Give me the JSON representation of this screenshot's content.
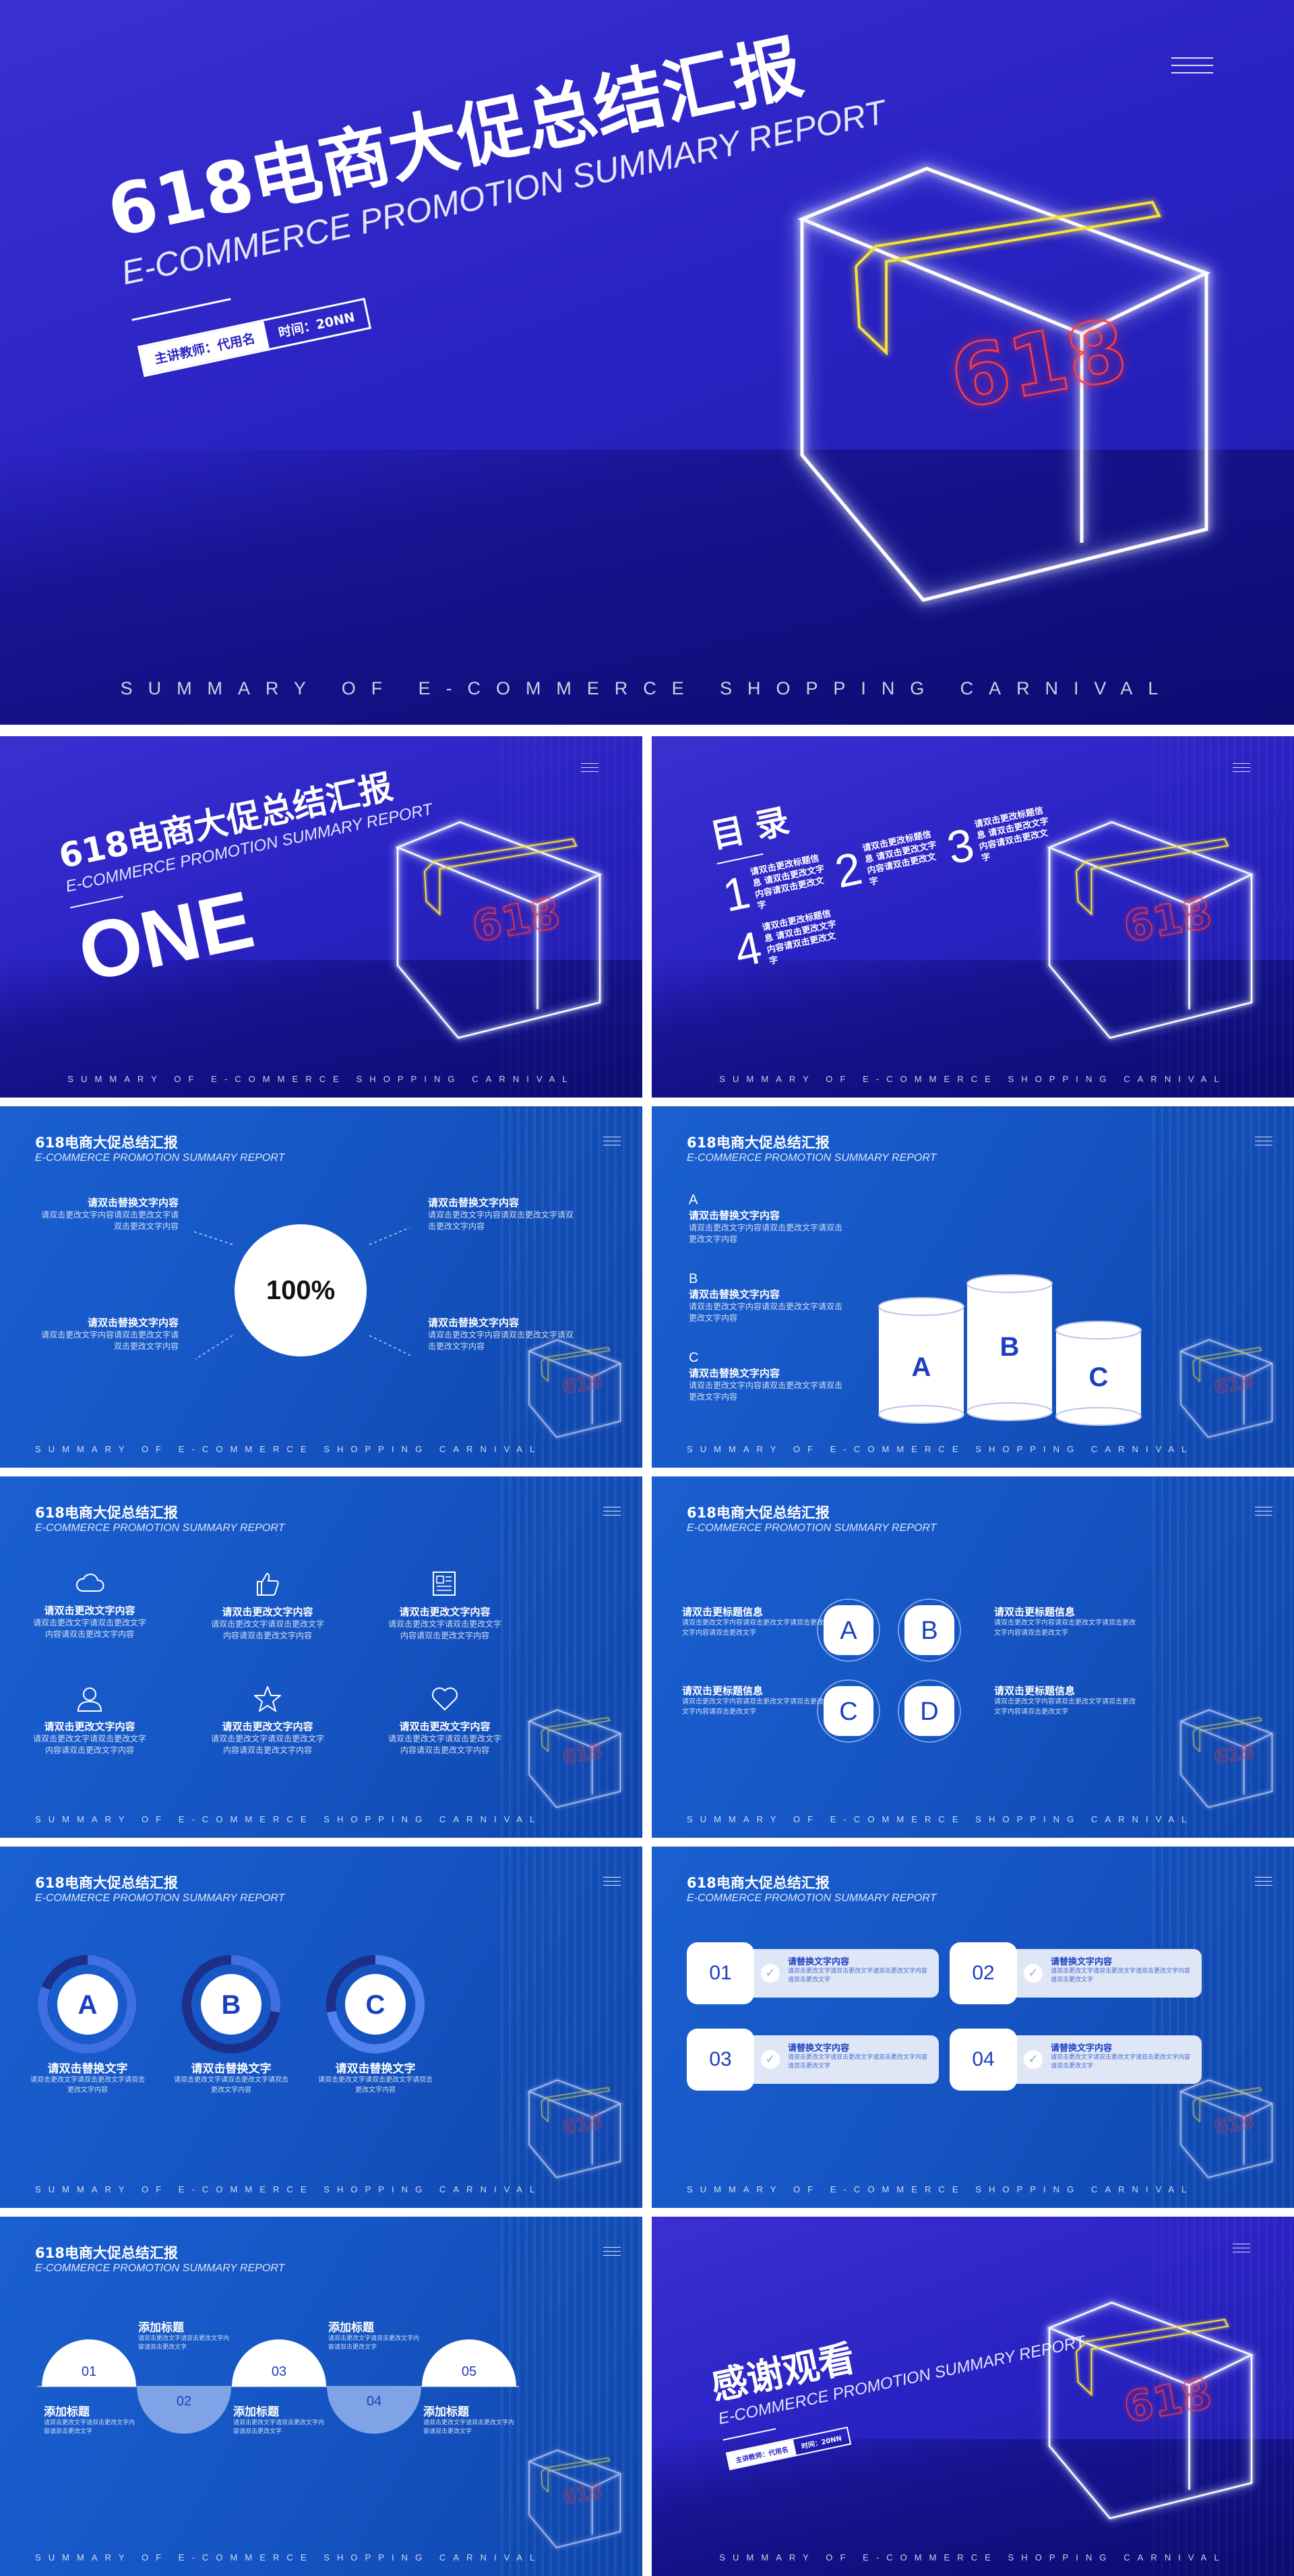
{
  "common": {
    "title_cn": "618电商大促总结汇报",
    "title_en": "E-COMMERCE PROMOTION SUMMARY REPORT",
    "footer": "SUMMARY OF E-COMMERCE SHOPPING CARNIVAL",
    "box_number": "618",
    "text_title": "请双击替换文字内容",
    "text_body": "请双击更改文字内容请双击更改文字请双击更改文字内容"
  },
  "cover": {
    "title_cn": "618电商大促总结汇报",
    "title_en": "E-COMMERCE PROMOTION SUMMARY REPORT",
    "teacher": "主讲教师：代用名",
    "time": "时间：20NN"
  },
  "section": {
    "word": "ONE"
  },
  "toc": {
    "title": "目 录",
    "items": [
      {
        "num": "1",
        "text": "请双击更改标题信息 请双击更改文字内容请双击更改文字"
      },
      {
        "num": "2",
        "text": "请双击更改标题信息 请双击更改文字内容请双击更改文字"
      },
      {
        "num": "3",
        "text": "请双击更改标题信息 请双击更改文字内容请双击更改文字"
      },
      {
        "num": "4",
        "text": "请双击更改标题信息 请双击更改文字内容请双击更改文字"
      }
    ]
  },
  "percent": {
    "value": "100%",
    "items": [
      {
        "title": "请双击替换文字内容",
        "body": "请双击更改文字内容请双击更改文字请双击更改文字内容"
      },
      {
        "title": "请双击替换文字内容",
        "body": "请双击更改文字内容请双击更改文字请双击更改文字内容"
      },
      {
        "title": "请双击替换文字内容",
        "body": "请双击更改文字内容请双击更改文字请双击更改文字内容"
      },
      {
        "title": "请双击替换文字内容",
        "body": "请双击更改文字内容请双击更改文字请双击更改文字内容"
      }
    ]
  },
  "cylinders": {
    "items": [
      {
        "letter": "A",
        "title": "请双击替换文字内容",
        "body": "请双击更改文字内容请双击更改文字请双击更改文字内容"
      },
      {
        "letter": "B",
        "title": "请双击替换文字内容",
        "body": "请双击更改文字内容请双击更改文字请双击更改文字内容"
      },
      {
        "letter": "C",
        "title": "请双击替换文字内容",
        "body": "请双击更改文字内容请双击更改文字请双击更改文字内容"
      }
    ]
  },
  "icons": {
    "items": [
      {
        "icon": "cloud-icon",
        "title": "请双击更改文字内容",
        "body": "请双击更改文字请双击更改文字内容请双击更改文字内容"
      },
      {
        "icon": "thumbs-up-icon",
        "title": "请双击更改文字内容",
        "body": "请双击更改文字请双击更改文字内容请双击更改文字内容"
      },
      {
        "icon": "newspaper-icon",
        "title": "请双击更改文字内容",
        "body": "请双击更改文字请双击更改文字内容请双击更改文字内容"
      },
      {
        "icon": "user-icon",
        "title": "请双击更改文字内容",
        "body": "请双击更改文字请双击更改文字内容请双击更改文字内容"
      },
      {
        "icon": "star-icon",
        "title": "请双击更改文字内容",
        "body": "请双击更改文字请双击更改文字内容请双击更改文字内容"
      },
      {
        "icon": "heart-icon",
        "title": "请双击更改文字内容",
        "body": "请双击更改文字请双击更改文字内容请双击更改文字内容"
      }
    ]
  },
  "abcd": {
    "letters": [
      "A",
      "B",
      "C",
      "D"
    ],
    "items": [
      {
        "title": "请双击更标题信息",
        "body": "请双击更改文字内容请双击更改文字请双击更改文字内容请双击更改文字"
      },
      {
        "title": "请双击更标题信息",
        "body": "请双击更改文字内容请双击更改文字请双击更改文字内容请双击更改文字"
      },
      {
        "title": "请双击更标题信息",
        "body": "请双击更改文字内容请双击更改文字请双击更改文字内容请双击更改文字"
      },
      {
        "title": "请双击更标题信息",
        "body": "请双击更改文字内容请双击更改文字请双击更改文字内容请双击更改文字"
      }
    ]
  },
  "rings": {
    "items": [
      {
        "letter": "A",
        "title": "请双击替换文字",
        "body": "请双击更改文字请双击更改文字请双击更改文字内容"
      },
      {
        "letter": "B",
        "title": "请双击替换文字",
        "body": "请双击更改文字请双击更改文字请双击更改文字内容"
      },
      {
        "letter": "C",
        "title": "请双击替换文字",
        "body": "请双击更改文字请双击更改文字请双击更改文字内容"
      }
    ]
  },
  "steps": {
    "items": [
      {
        "num": "01",
        "title": "请替换文字内容",
        "body": "请双击更改文字请双击更改文字请双击更改文字内容请双击更改文字"
      },
      {
        "num": "02",
        "title": "请替换文字内容",
        "body": "请双击更改文字请双击更改文字请双击更改文字内容请双击更改文字"
      },
      {
        "num": "03",
        "title": "请替换文字内容",
        "body": "请双击更改文字请双击更改文字请双击更改文字内容请双击更改文字"
      },
      {
        "num": "04",
        "title": "请替换文字内容",
        "body": "请双击更改文字请双击更改文字请双击更改文字内容请双击更改文字"
      }
    ]
  },
  "timeline": {
    "items": [
      {
        "num": "01",
        "title": "添加标题",
        "body": "请双击更改文字请双击更改文字内容请双击更改文字"
      },
      {
        "num": "02",
        "title": "添加标题",
        "body": "请双击更改文字请双击更改文字内容请双击更改文字"
      },
      {
        "num": "03",
        "title": "添加标题",
        "body": "请双击更改文字请双击更改文字内容请双击更改文字"
      },
      {
        "num": "04",
        "title": "添加标题",
        "body": "请双击更改文字请双击更改文字内容请双击更改文字"
      },
      {
        "num": "05",
        "title": "添加标题",
        "body": "请双击更改文字请双击更改文字内容请双击更改文字"
      }
    ]
  },
  "thanks": {
    "title": "感谢观看",
    "teacher": "主讲教师：代用名",
    "time": "时间：20NN"
  },
  "colors": {
    "purple": "#2a23c4",
    "blue": "#1656c4",
    "neon_red": "#ff3d3d",
    "neon_yellow": "#f2e23a"
  }
}
